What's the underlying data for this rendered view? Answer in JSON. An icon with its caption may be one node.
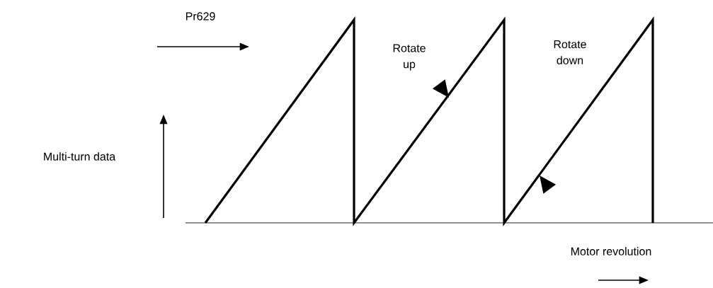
{
  "diagram": {
    "labels": [
      "Pr629",
      "Rotate up",
      "Rotate down",
      "Multi-turn data",
      "Motor revolution"
    ]
  }
}
